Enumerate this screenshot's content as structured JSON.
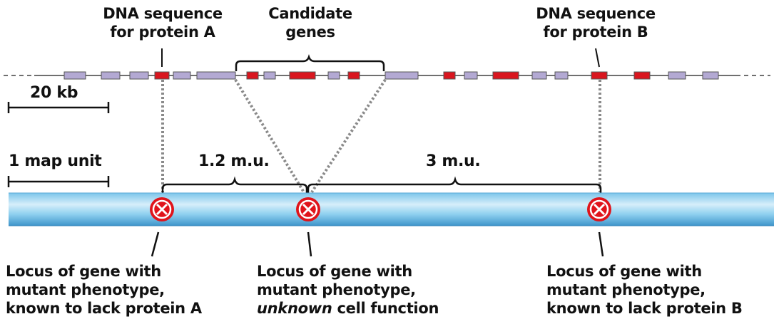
{
  "labels": {
    "protein_a_seq": [
      "DNA sequence",
      "for protein A"
    ],
    "candidate_genes": [
      "Candidate",
      "genes"
    ],
    "protein_b_seq": [
      "DNA sequence",
      "for protein B"
    ],
    "kb_scale": "20 kb",
    "map_unit_scale": "1 map unit",
    "distance_left": "1.2 m.u.",
    "distance_right": "3 m.u.",
    "locus_a": [
      "Locus of gene with",
      "mutant phenotype,",
      "known to lack protein A"
    ],
    "locus_unknown": [
      "Locus of gene with",
      "mutant phenotype,",
      "unknown",
      " cell function"
    ],
    "locus_b": [
      "Locus of gene with",
      "mutant phenotype,",
      "known to lack protein B"
    ]
  },
  "colors": {
    "gene_red": "#d9161f",
    "gene_lavender": "#b3a9d3",
    "chromosome_light": "#cde9f7",
    "chromosome_mid": "#63b8e2",
    "chromosome_dark": "#3d93c9",
    "dotted_gray": "#8a8a8a",
    "locus_marker": "#e0141b"
  }
}
